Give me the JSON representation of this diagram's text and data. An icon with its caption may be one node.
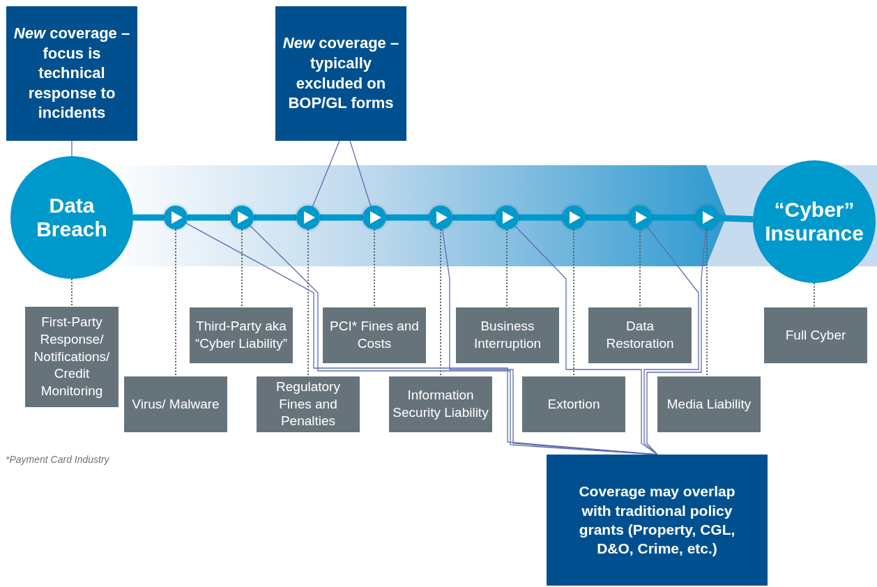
{
  "diagram": {
    "nodes": [
      {
        "text": [
          "*New* coverage – focus is technical response to incidents"
        ]
      },
      {
        "text": [
          "*New* coverage – typically excluded on BOP/GL forms"
        ]
      },
      {
        "text": [
          "Data Breach"
        ]
      },
      {
        "text": [
          "“Cyber” Insurance"
        ]
      },
      {
        "text": [],
        "shape": "circle"
      },
      {
        "text": [],
        "shape": "circle"
      },
      {
        "text": [],
        "shape": "circle"
      },
      {
        "text": [],
        "shape": "circle"
      },
      {
        "text": [],
        "shape": "circle"
      },
      {
        "text": [],
        "shape": "circle"
      },
      {
        "text": [],
        "shape": "circle"
      },
      {
        "text": [],
        "shape": "circle"
      },
      {
        "text": [],
        "shape": "circle"
      },
      {
        "text": [
          "First-Party Response/ Notifications/ Credit Monitoring"
        ]
      },
      {
        "text": [
          "Third-Party aka “Cyber Liability”"
        ]
      },
      {
        "text": [
          "Virus/ Malware"
        ]
      },
      {
        "text": [
          "PCI* Fines and Costs"
        ]
      },
      {
        "text": [
          "Regulatory Fines and Penalties"
        ]
      },
      {
        "text": [
          "Business Interruption"
        ]
      },
      {
        "text": [
          "Information Security Liability"
        ]
      },
      {
        "text": [
          "Data Restoration"
        ]
      },
      {
        "text": [
          "Extortion"
        ]
      },
      {
        "text": [
          "Media Liability"
        ]
      },
      {
        "text": [
          "Full Cyber"
        ]
      },
      {
        "text": [
          "Coverage may overlap with traditional policy grants (Property, CGL, D&O, Crime, etc.)"
        ]
      }
    ],
    "edges": [
      {
        "from": 0,
        "to": 2,
        "arrow": "none"
      },
      {
        "from": 1,
        "to": 6,
        "arrow": "none"
      },
      {
        "from": 1,
        "to": 7,
        "arrow": "none"
      },
      {
        "from": 2,
        "to": 4,
        "arrow": "none",
        "style": "thick",
        "color": "#0099cc"
      },
      {
        "from": 4,
        "to": 5,
        "arrow": "none",
        "style": "thick",
        "color": "#0099cc"
      },
      {
        "from": 5,
        "to": 6,
        "arrow": "none",
        "style": "thick",
        "color": "#0099cc"
      },
      {
        "from": 6,
        "to": 7,
        "arrow": "none",
        "style": "thick",
        "color": "#0099cc"
      },
      {
        "from": 7,
        "to": 8,
        "arrow": "none",
        "style": "thick",
        "color": "#0099cc"
      },
      {
        "from": 8,
        "to": 9,
        "arrow": "none",
        "style": "thick",
        "color": "#0099cc"
      },
      {
        "from": 9,
        "to": 10,
        "arrow": "none",
        "style": "thick",
        "color": "#0099cc"
      },
      {
        "from": 10,
        "to": 11,
        "arrow": "none",
        "style": "thick",
        "color": "#0099cc"
      },
      {
        "from": 11,
        "to": 12,
        "arrow": "none",
        "style": "thick",
        "color": "#0099cc"
      },
      {
        "from": 12,
        "to": 3,
        "arrow": "none",
        "style": "thick",
        "color": "#0099cc"
      },
      {
        "from": 2,
        "to": 13,
        "arrow": "none",
        "style": "dashed",
        "color": "#555e66"
      },
      {
        "from": 4,
        "to": 15,
        "arrow": "none",
        "style": "dashed",
        "color": "#555e66"
      },
      {
        "from": 5,
        "to": 14,
        "arrow": "none",
        "style": "dashed",
        "color": "#555e66"
      },
      {
        "from": 6,
        "to": 17,
        "arrow": "none",
        "style": "dashed",
        "color": "#555e66"
      },
      {
        "from": 7,
        "to": 16,
        "arrow": "none",
        "style": "dashed",
        "color": "#555e66"
      },
      {
        "from": 8,
        "to": 19,
        "arrow": "none",
        "style": "dashed",
        "color": "#555e66"
      },
      {
        "from": 9,
        "to": 18,
        "arrow": "none",
        "style": "dashed",
        "color": "#555e66"
      },
      {
        "from": 10,
        "to": 21,
        "arrow": "none",
        "style": "dashed",
        "color": "#555e66"
      },
      {
        "from": 11,
        "to": 20,
        "arrow": "none",
        "style": "dashed",
        "color": "#555e66"
      },
      {
        "from": 12,
        "to": 22,
        "arrow": "none",
        "style": "dashed",
        "color": "#555e66"
      },
      {
        "from": 3,
        "to": 23,
        "arrow": "none",
        "style": "dashed",
        "color": "#555e66"
      },
      {
        "from": 4,
        "to": 24,
        "arrow": "none"
      },
      {
        "from": 5,
        "to": 24,
        "arrow": "none"
      },
      {
        "from": 8,
        "to": 24,
        "arrow": "none"
      },
      {
        "from": 9,
        "to": 24,
        "arrow": "none"
      },
      {
        "from": 11,
        "to": 24,
        "arrow": "none"
      },
      {
        "from": 12,
        "to": 24,
        "arrow": "none"
      }
    ],
    "labels": [
      "*Payment Card Industry"
    ]
  }
}
